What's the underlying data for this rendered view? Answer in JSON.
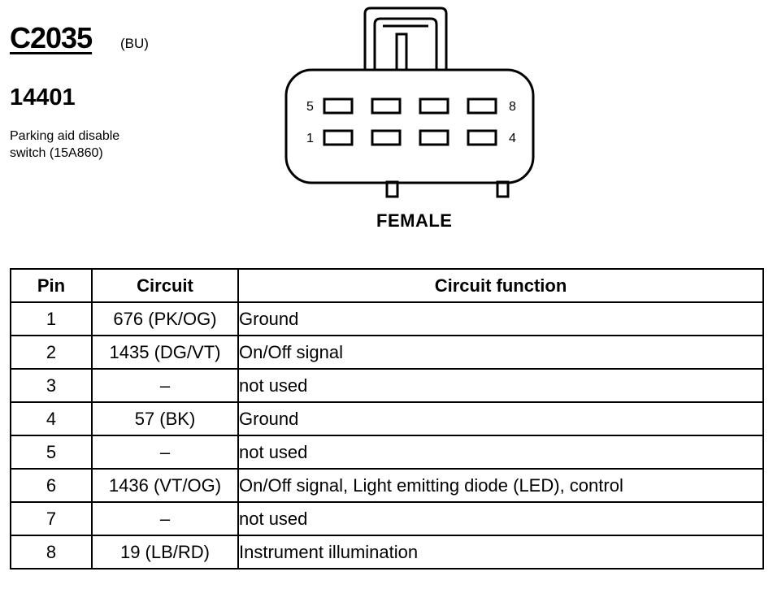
{
  "connector": {
    "id": "C2035",
    "color_code": "(BU)",
    "part_number": "14401",
    "description_line1": "Parking aid disable",
    "description_line2": "switch (15A860)",
    "gender": "FEMALE",
    "pin_labels": {
      "top_left": "5",
      "top_right": "8",
      "bottom_left": "1",
      "bottom_right": "4"
    },
    "pin_rows": 2,
    "pins_per_row": 4
  },
  "table": {
    "headers": {
      "pin": "Pin",
      "circuit": "Circuit",
      "function": "Circuit function"
    },
    "rows": [
      {
        "pin": "1",
        "circuit": "676 (PK/OG)",
        "function": "Ground"
      },
      {
        "pin": "2",
        "circuit": "1435 (DG/VT)",
        "function": "On/Off signal"
      },
      {
        "pin": "3",
        "circuit": "–",
        "function": "not used"
      },
      {
        "pin": "4",
        "circuit": "57 (BK)",
        "function": "Ground"
      },
      {
        "pin": "5",
        "circuit": "–",
        "function": "not used"
      },
      {
        "pin": "6",
        "circuit": "1436 (VT/OG)",
        "function": "On/Off signal, Light emitting diode (LED), control"
      },
      {
        "pin": "7",
        "circuit": "–",
        "function": "not used"
      },
      {
        "pin": "8",
        "circuit": "19 (LB/RD)",
        "function": "Instrument illumination"
      }
    ]
  }
}
